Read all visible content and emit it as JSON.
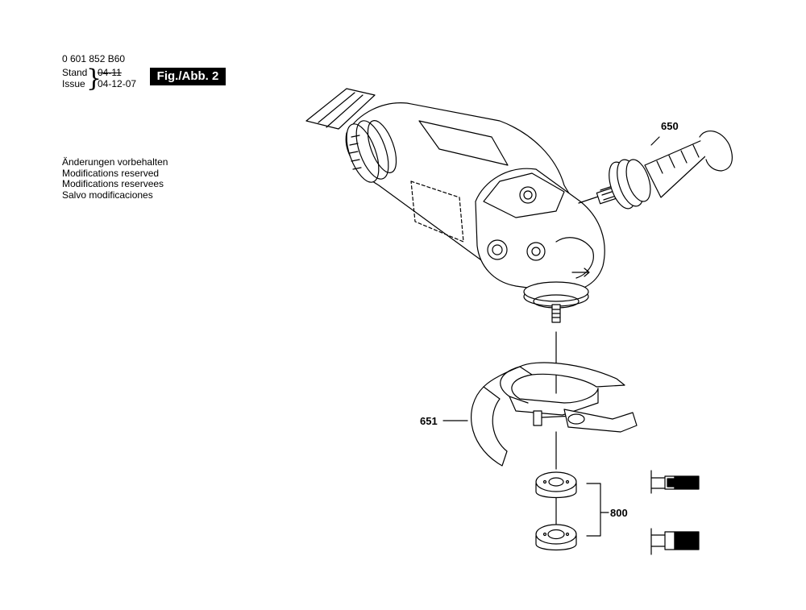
{
  "header": {
    "part_number": "0 601 852 B60",
    "stand_label": "Stand",
    "issue_label": "Issue",
    "stand_value": "04-11",
    "issue_value": "04-12-07",
    "figure_label": "Fig./Abb. 2"
  },
  "notes": [
    "Änderungen vorbehalten",
    "Modifications reserved",
    "Modifications reservees",
    "Salvo modificaciones"
  ],
  "callouts": {
    "handle": "650",
    "guard": "651",
    "flange_set": "800"
  },
  "icons": {
    "grinder_body": "angle-grinder-drawing",
    "side_handle": "side-handle-drawing",
    "guard": "wheel-guard-drawing",
    "flanges": "flange-nut-drawing"
  }
}
